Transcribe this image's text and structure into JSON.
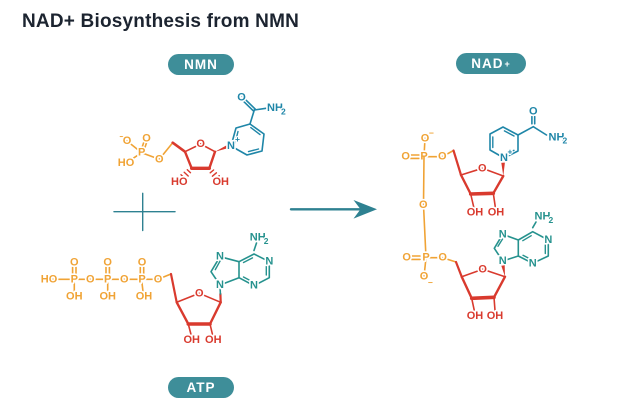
{
  "title": "NAD+ Biosynthesis from NMN",
  "badges": {
    "nmn": "NMN",
    "atp": "ATP",
    "nad_base": "NAD",
    "nad_charge": "+"
  },
  "atoms": {
    "O": "O",
    "P": "P",
    "N": "N",
    "HO": "HO",
    "OH": "OH",
    "NH": "NH",
    "two": "2",
    "plus": "+",
    "minus": "−"
  },
  "operators": {
    "plus_sign": "+",
    "arrow": "→"
  },
  "colors": {
    "background": "#FFFFFF",
    "title_ink": "#1C2430",
    "badge_teal": "#3E8E99",
    "arrow_teal": "#2E8191",
    "phosphate_orange": "#F0A335",
    "ribose_red": "#D93A2E",
    "nicotinamide_teal": "#1F86A8",
    "adenine_teal": "#26928E"
  }
}
